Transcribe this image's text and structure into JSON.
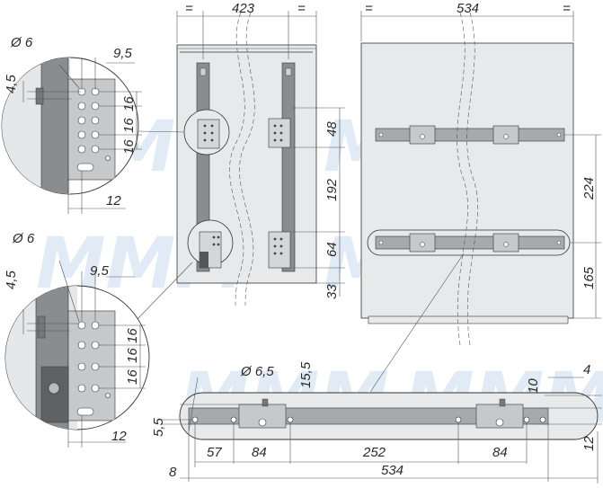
{
  "watermark": "MMM",
  "colors": {
    "panel": "#e6e7e9",
    "panel_dark": "#cfd0d2",
    "rail": "#8a8c8f",
    "rail_light": "#a7a9ac",
    "line": "#333333",
    "watermark": "#bcd4ea"
  },
  "front_view": {
    "eq_left": "=",
    "width": "423",
    "eq_right": "=",
    "dims": [
      "48",
      "192",
      "64",
      "33"
    ]
  },
  "side_view": {
    "eq_left": "=",
    "width": "534",
    "eq_right": "=",
    "dims": [
      "224",
      "165"
    ]
  },
  "detail_top": {
    "hole_dia": "Ø 6",
    "dx": "9,5",
    "dy": "4,5",
    "pitch": [
      "16",
      "16",
      "16"
    ],
    "offset": "12"
  },
  "detail_bottom": {
    "hole_dia": "Ø 6",
    "dx": "9,5",
    "dy": "4,5",
    "pitch": [
      "16",
      "16",
      "16"
    ],
    "offset": "12"
  },
  "rail_view": {
    "hole_dia": "Ø 6,5",
    "height": "15,5",
    "edge_h": "5,5",
    "left_offset": "57",
    "bracket_w_left": "84",
    "middle": "252",
    "bracket_w_right": "84",
    "end_offset": "8",
    "total": "534",
    "tab_h": "10",
    "tab_w": "4",
    "right_h": "12"
  }
}
